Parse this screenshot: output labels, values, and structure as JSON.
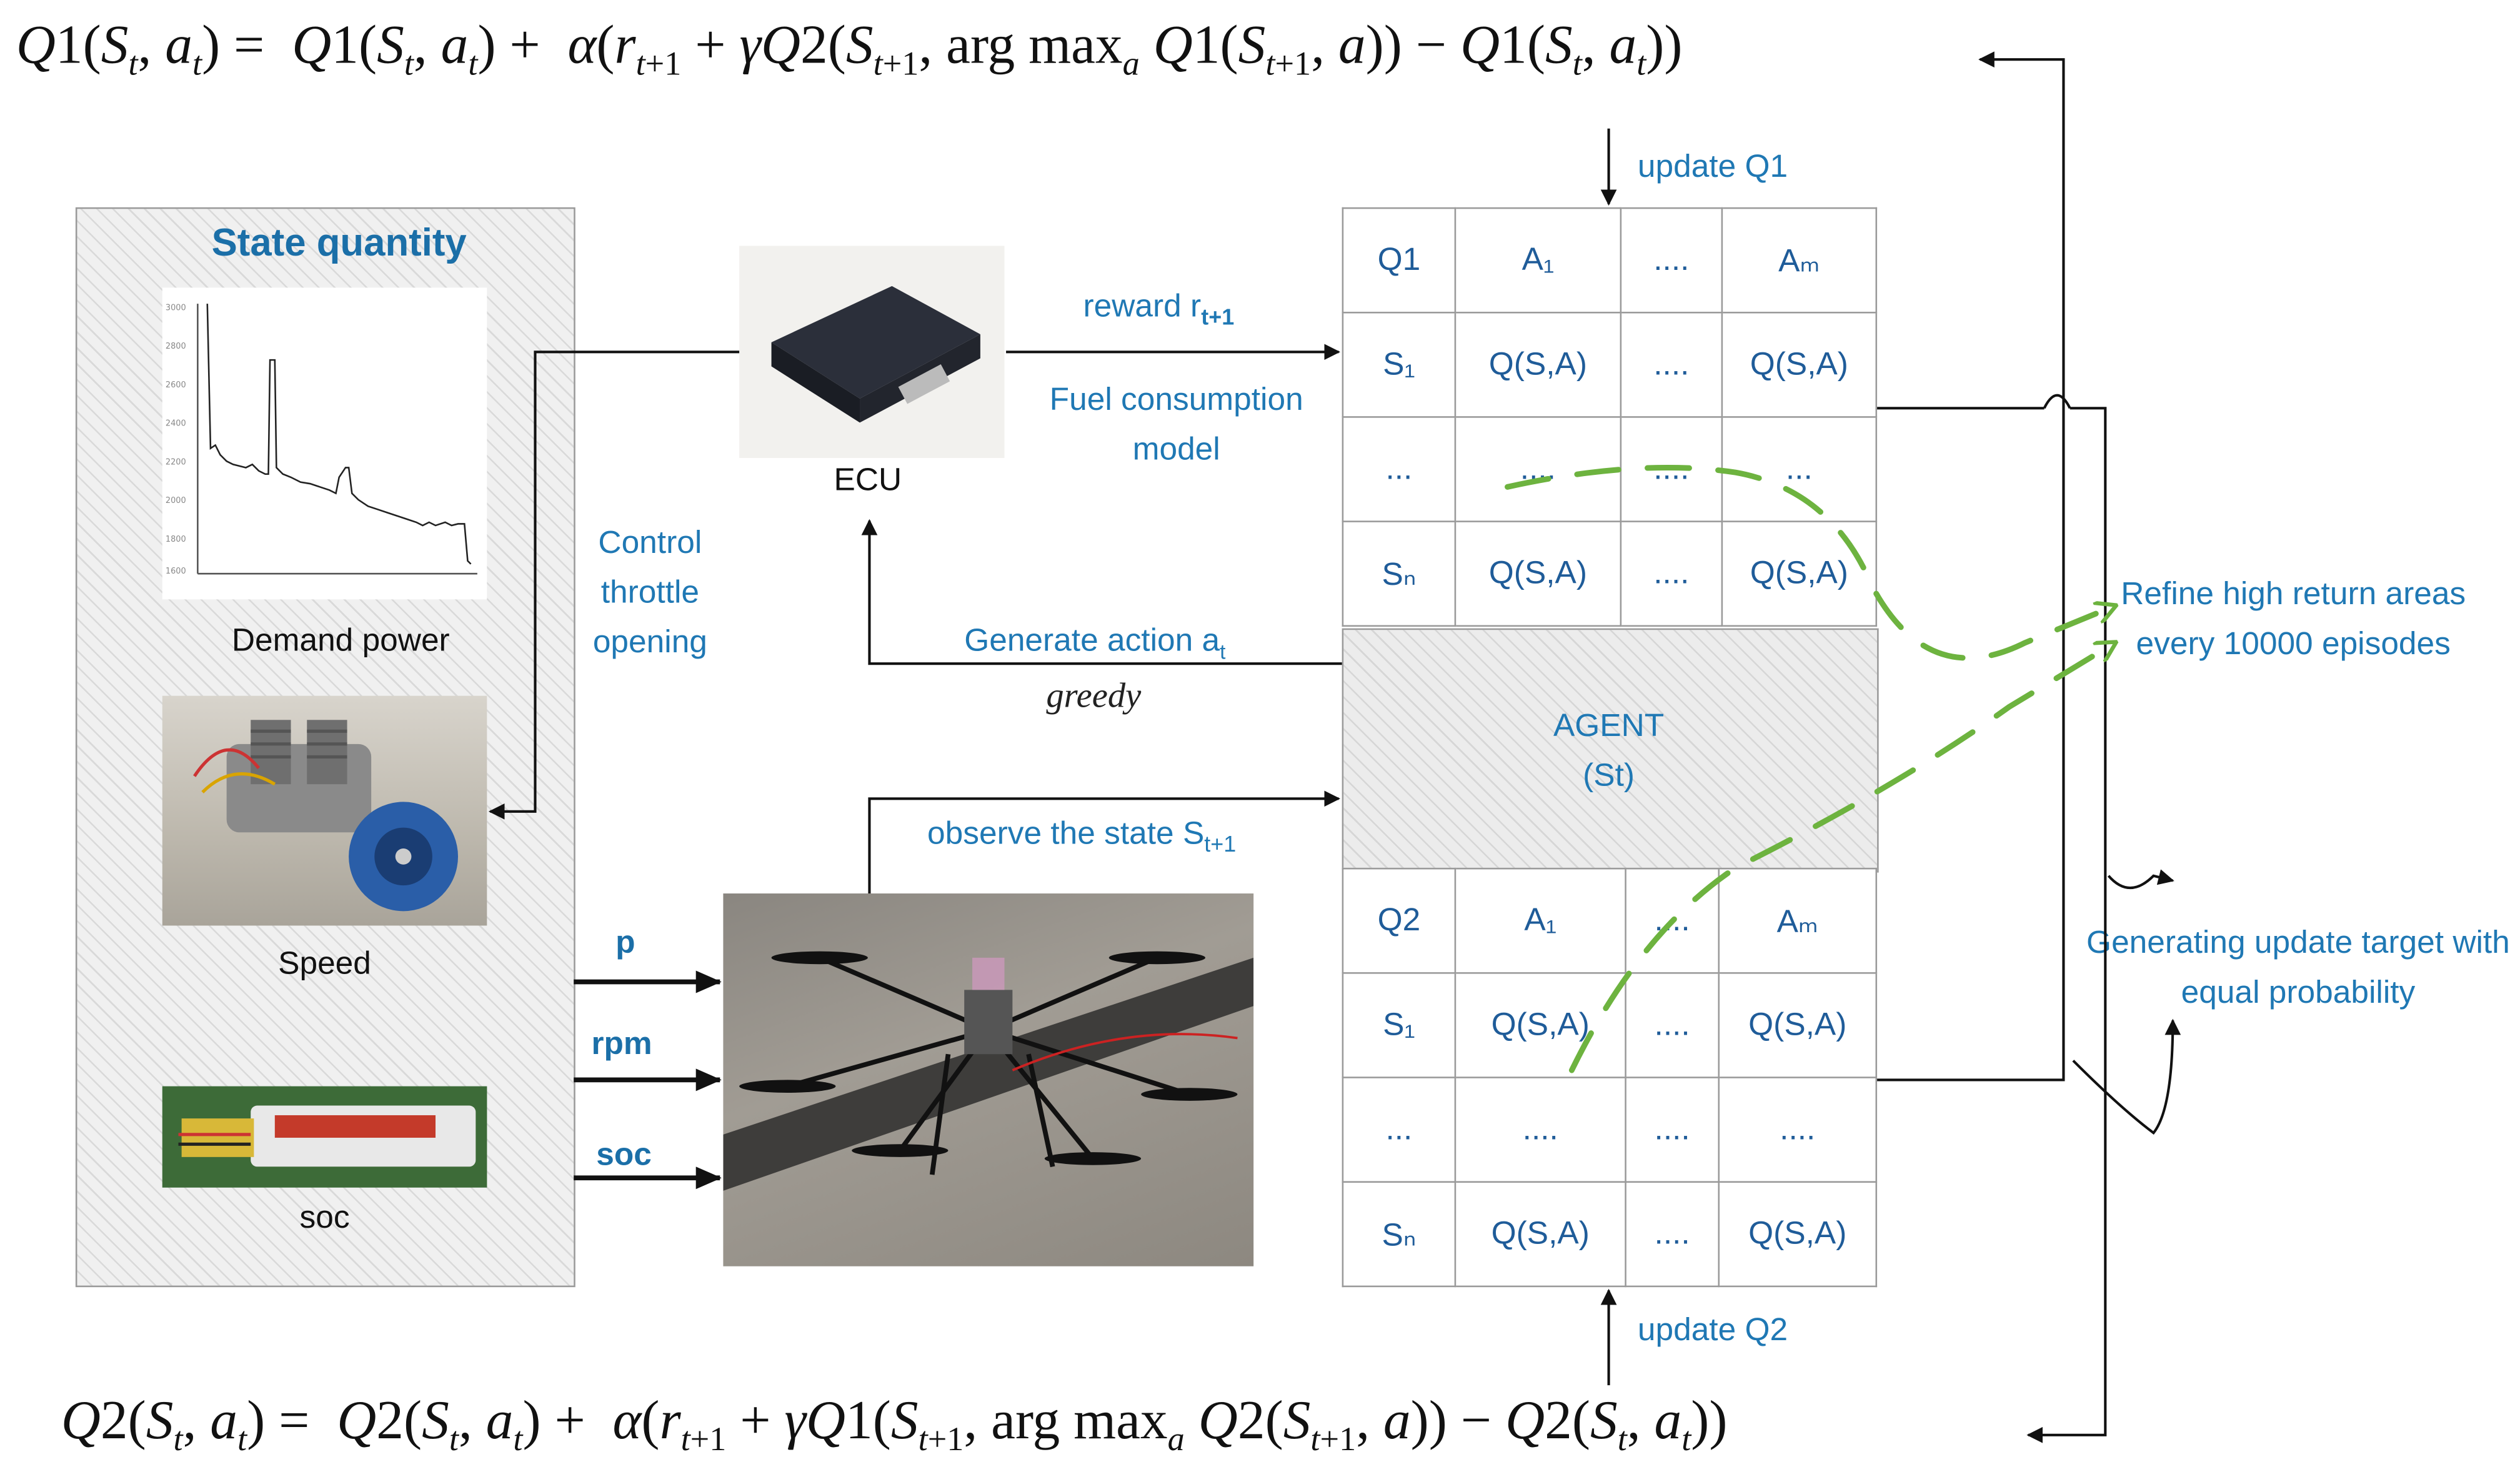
{
  "equations": {
    "q1_update": {
      "lhs": "Q1(S_t, a_t) =",
      "rhs": "Q1(S_t, a_t) + α(r_{t+1} + γQ2(S_{t+1}, argmax_a Q1(S_{t+1}, a)) − Q1(S_t, a_t))"
    },
    "q2_update": {
      "lhs": "Q2(S_t, a_t) =",
      "rhs": "Q2(S_t, a_t) + α(r_{t+1} + γQ1(S_{t+1}, argmax_a Q2(S_{t+1}, a)) − Q2(S_t, a_t))"
    }
  },
  "state_panel": {
    "title": "State quantity",
    "demand_power_label": "Demand power",
    "speed_label": "Speed",
    "soc_label": "soc"
  },
  "ecu": {
    "label": "ECU"
  },
  "labels": {
    "reward": "reward r",
    "reward_sub": "t+1",
    "fuel_model": "Fuel consumption model",
    "control": "Control throttle opening",
    "generate_action": "Generate action a",
    "generate_action_sub": "t",
    "greedy": "greedy",
    "observe_state": "observe the state  S",
    "observe_state_sub": "t+1",
    "update_q1": "update Q1",
    "update_q2": "update Q2",
    "refine": "Refine high return areas every 10000 episodes",
    "generate_target": "Generating update target with equal probability",
    "input_p": "p",
    "input_rpm": "rpm",
    "input_soc": "soc"
  },
  "agent": {
    "line1": "AGENT",
    "line2": "(St)"
  },
  "q1_table": {
    "rows": [
      [
        "Q1",
        "A₁",
        "....",
        "Aₘ"
      ],
      [
        "S₁",
        "Q(S,A)",
        "....",
        "Q(S,A)"
      ],
      [
        "...",
        "....",
        "....",
        "..."
      ],
      [
        "Sₙ",
        "Q(S,A)",
        "....",
        "Q(S,A)"
      ]
    ]
  },
  "q2_table": {
    "rows": [
      [
        "Q2",
        "A₁",
        "....",
        "Aₘ"
      ],
      [
        "S₁",
        "Q(S,A)",
        "....",
        "Q(S,A)"
      ],
      [
        "...",
        "....",
        "....",
        "...."
      ],
      [
        "Sₙ",
        "Q(S,A)",
        "....",
        "Q(S,A)"
      ]
    ]
  },
  "colors": {
    "blue_text": "#1f78b4",
    "green_dash": "#6db33f",
    "arrow": "#111111"
  }
}
